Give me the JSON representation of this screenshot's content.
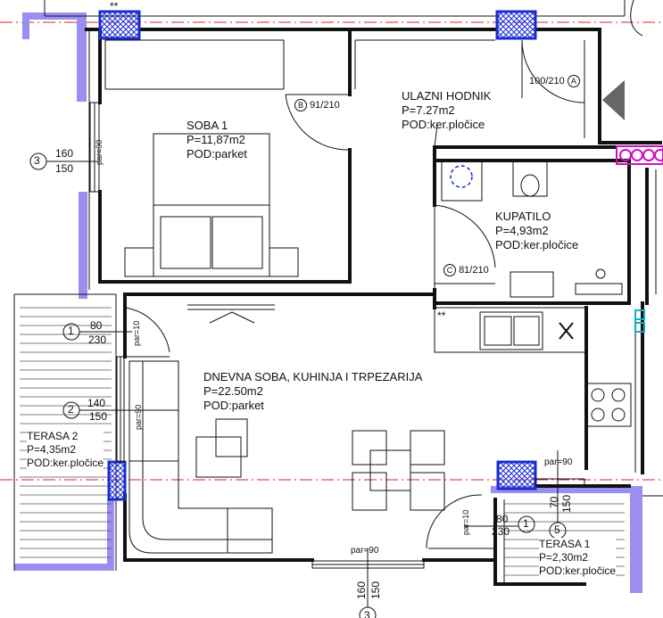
{
  "rooms": {
    "soba1": {
      "name": "SOBA 1",
      "area": "P=11,87m2",
      "floor": "POD:parket"
    },
    "hodnik": {
      "name": "ULAZNI HODNIK",
      "area": "P=7.27m2",
      "floor": "POD:ker.pločice"
    },
    "kupatilo": {
      "name": "KUPATILO",
      "area": "P=4,93m2",
      "floor": "POD:ker.pločice"
    },
    "dnevna": {
      "name": "DNEVNA SOBA, KUHINJA I TRPEZARIJA",
      "area": "P=22.50m2",
      "floor": "POD:parket"
    },
    "terasa2": {
      "name": "TERASA 2",
      "area": "P=4,35m2",
      "floor": "POD:ker.pločice"
    },
    "terasa1": {
      "name": "TERASA 1",
      "area": "P=2,30m2",
      "floor": "POD:ker.pločice"
    }
  },
  "doors": {
    "b": {
      "letter": "B",
      "size": "91/210"
    },
    "a": {
      "size": "100/210",
      "letter": "A"
    },
    "c": {
      "letter": "C",
      "size": "81/210"
    }
  },
  "windows": {
    "w3": {
      "num": "3",
      "top": "160",
      "bottom": "150",
      "par": "par=90"
    },
    "w1left": {
      "num": "1",
      "top": "80",
      "bottom": "230",
      "par": "par=10"
    },
    "w2": {
      "num": "2",
      "top": "140",
      "bottom": "150",
      "par": "par=90"
    },
    "w1right": {
      "num": "1",
      "top": "80",
      "bottom": "230",
      "par": "par=10"
    },
    "w5": {
      "num": "5",
      "top": "70",
      "bottom": "150",
      "par": "par=90"
    },
    "w3bottom": {
      "num": "3",
      "top": "160",
      "bottom": "150",
      "par": "par=90"
    }
  },
  "symbols": {
    "stars": "**",
    "kitchen_stars": "**"
  }
}
